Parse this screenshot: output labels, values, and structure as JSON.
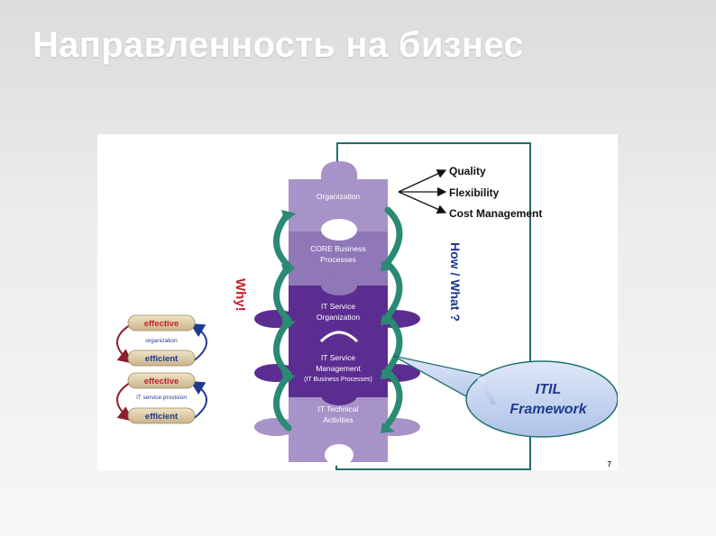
{
  "slide": {
    "title": "Направленность на бизнес"
  },
  "diagram": {
    "layers": [
      {
        "label_line1": "Organization",
        "label_line2": ""
      },
      {
        "label_line1": "CORE Business",
        "label_line2": "Processes"
      },
      {
        "label_line1": "IT Service",
        "label_line2": "Organization"
      },
      {
        "label_line1": "IT Service",
        "label_line2": "Management",
        "label_line3": "(IT Business Processes)"
      },
      {
        "label_line1": "IT Technical",
        "label_line2": "Activities"
      }
    ],
    "outcomes": [
      "Quality",
      "Flexibility",
      "Cost Management"
    ],
    "why_label": "Why!",
    "how_label": "How / What ?",
    "callout_line1": "ITIL",
    "callout_line2": "Framework",
    "cycle_top": {
      "top_pill": "effective",
      "middle": "organization",
      "bottom_pill": "efficient"
    },
    "cycle_bottom": {
      "top_pill": "effective",
      "middle": "IT service provision",
      "bottom_pill": "efficient"
    },
    "page_number": "7",
    "colors": {
      "layer_light": "#a793c8",
      "layer_mid": "#8f77b8",
      "layer_dark": "#5c2d91",
      "arrow_green": "#2a8a73",
      "frame_teal": "#1f6f6a",
      "text_blue": "#1f3b8f",
      "why_red": "#c0222b",
      "callout_fill": "#c5d3ee"
    }
  }
}
